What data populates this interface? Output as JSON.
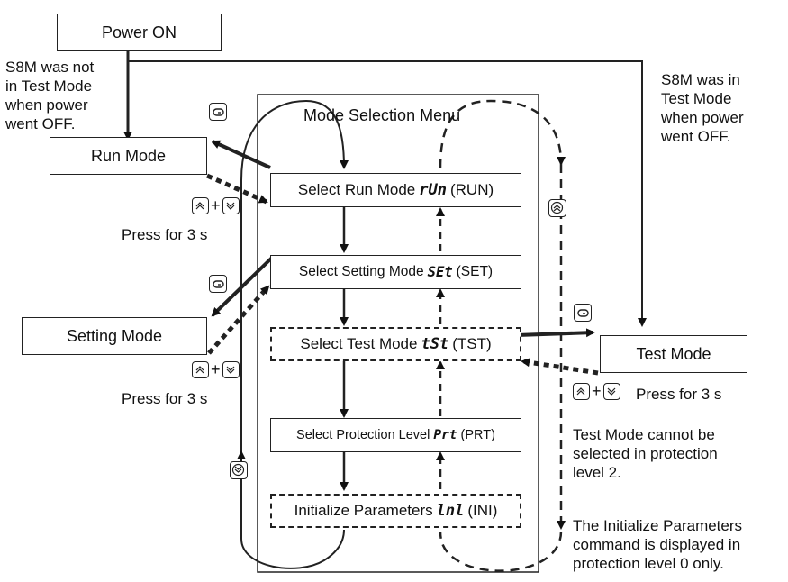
{
  "power_on": "Power ON",
  "not_in_test_note": [
    "S8M was not",
    "in Test Mode",
    "when power",
    "went OFF."
  ],
  "in_test_note": [
    "S8M was in",
    "Test Mode",
    "when power",
    "went OFF."
  ],
  "menu_title": "Mode Selection Menu",
  "run_mode": "Run Mode",
  "setting_mode": "Setting Mode",
  "test_mode": "Test Mode",
  "menu_items": [
    {
      "label": "Select Run Mode",
      "code": "rUn",
      "abbr": "(RUN)"
    },
    {
      "label": "Select Setting Mode",
      "code": "SEt",
      "abbr": "(SET)"
    },
    {
      "label": "Select Test Mode",
      "code": "tSt",
      "abbr": "(TST)"
    },
    {
      "label": "Select Protection Level",
      "code": "Prt",
      "abbr": "(PRT)"
    },
    {
      "label": "Initialize Parameters",
      "code": "lnl",
      "abbr": "(INI)"
    }
  ],
  "press_3s": "Press for 3 s",
  "test_mode_note": [
    "Test Mode cannot be",
    "selected in protection",
    "level 2."
  ],
  "init_note": [
    "The Initialize Parameters",
    "command is displayed in",
    "protection level 0 only."
  ],
  "icons": [
    "mode-key-icon",
    "up-key-icon",
    "down-key-icon"
  ]
}
